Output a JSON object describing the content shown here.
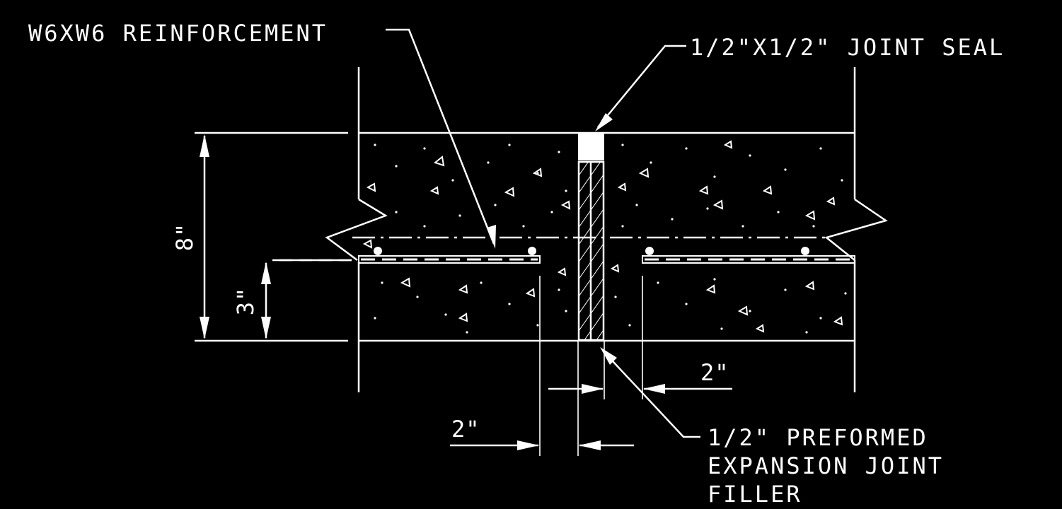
{
  "drawing": {
    "background": "#000000",
    "line_color": "#ffffff",
    "labels": {
      "reinforcement": "W6XW6 REINFORCEMENT",
      "joint_seal": "1/2\"X1/2\" JOINT SEAL",
      "filler_line1": "1/2\" PREFORMED",
      "filler_line2": "EXPANSION JOINT",
      "filler_line3": "FILLER"
    },
    "dimensions": {
      "slab_thickness": "8\"",
      "reinforcement_height": "3\"",
      "right_bar_gap": "2\"",
      "left_bar_gap": "2\""
    }
  }
}
